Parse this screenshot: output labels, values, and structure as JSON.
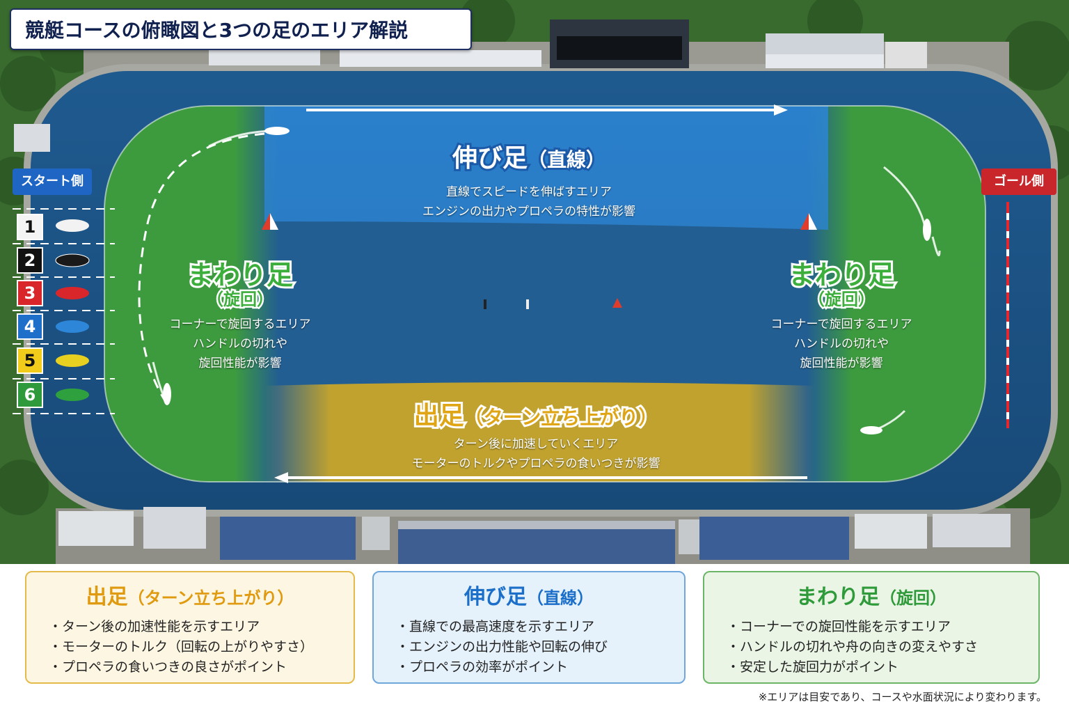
{
  "title": "競艇コースの俯瞰図と3つの足のエリア解説",
  "sides": {
    "start": "スタート側",
    "goal": "ゴール側"
  },
  "lanes": [
    {
      "num": "1",
      "color": "#f4f4f4",
      "text": "#111111"
    },
    {
      "num": "2",
      "color": "#111111",
      "text": "#ffffff"
    },
    {
      "num": "3",
      "color": "#d8262b",
      "text": "#ffffff"
    },
    {
      "num": "4",
      "color": "#1d6fc9",
      "text": "#ffffff"
    },
    {
      "num": "5",
      "color": "#f2cc1a",
      "text": "#111111"
    },
    {
      "num": "6",
      "color": "#2e9a3c",
      "text": "#ffffff"
    }
  ],
  "zones": {
    "nobi": {
      "title": "伸び足",
      "sub": "（直線）",
      "desc": [
        "直線でスピードを伸ばすエリア",
        "エンジンの出力やプロペラの特性が影響"
      ]
    },
    "mawari_left": {
      "title": "まわり足",
      "sub": "（旋回）",
      "desc": [
        "コーナーで旋回するエリア",
        "ハンドルの切れや",
        "旋回性能が影響"
      ]
    },
    "mawari_right": {
      "title": "まわり足",
      "sub": "（旋回）",
      "desc": [
        "コーナーで旋回するエリア",
        "ハンドルの切れや",
        "旋回性能が影響"
      ]
    },
    "de": {
      "title": "出足",
      "sub": "（ターン立ち上がり）",
      "desc": [
        "ターン後に加速していくエリア",
        "モーターのトルクやプロペラの食いつきが影響"
      ]
    }
  },
  "cards": [
    {
      "title": "出足",
      "sub": "（ターン立ち上がり）",
      "items": [
        "ターン後の加速性能を示すエリア",
        "モーターのトルク（回転の上がりやすさ）",
        "プロペラの食いつきの良さがポイント"
      ]
    },
    {
      "title": "伸び足",
      "sub": "（直線）",
      "items": [
        "直線での最高速度を示すエリア",
        "エンジンの出力性能や回転の伸び",
        "プロペラの効率がポイント"
      ]
    },
    {
      "title": "まわり足",
      "sub": "（旋回）",
      "items": [
        "コーナーでの旋回性能を示すエリア",
        "ハンドルの切れや舟の向きの変えやすさ",
        "安定した旋回力がポイント"
      ]
    }
  ],
  "note": "※エリアは目安であり、コースや水面状況により変わります。",
  "colors": {
    "start_tag": "#1f66c4",
    "goal_tag": "#c8262b",
    "nobi": "#1b6fc9",
    "mawari": "#2f9a3a",
    "de": "#e0a515"
  }
}
